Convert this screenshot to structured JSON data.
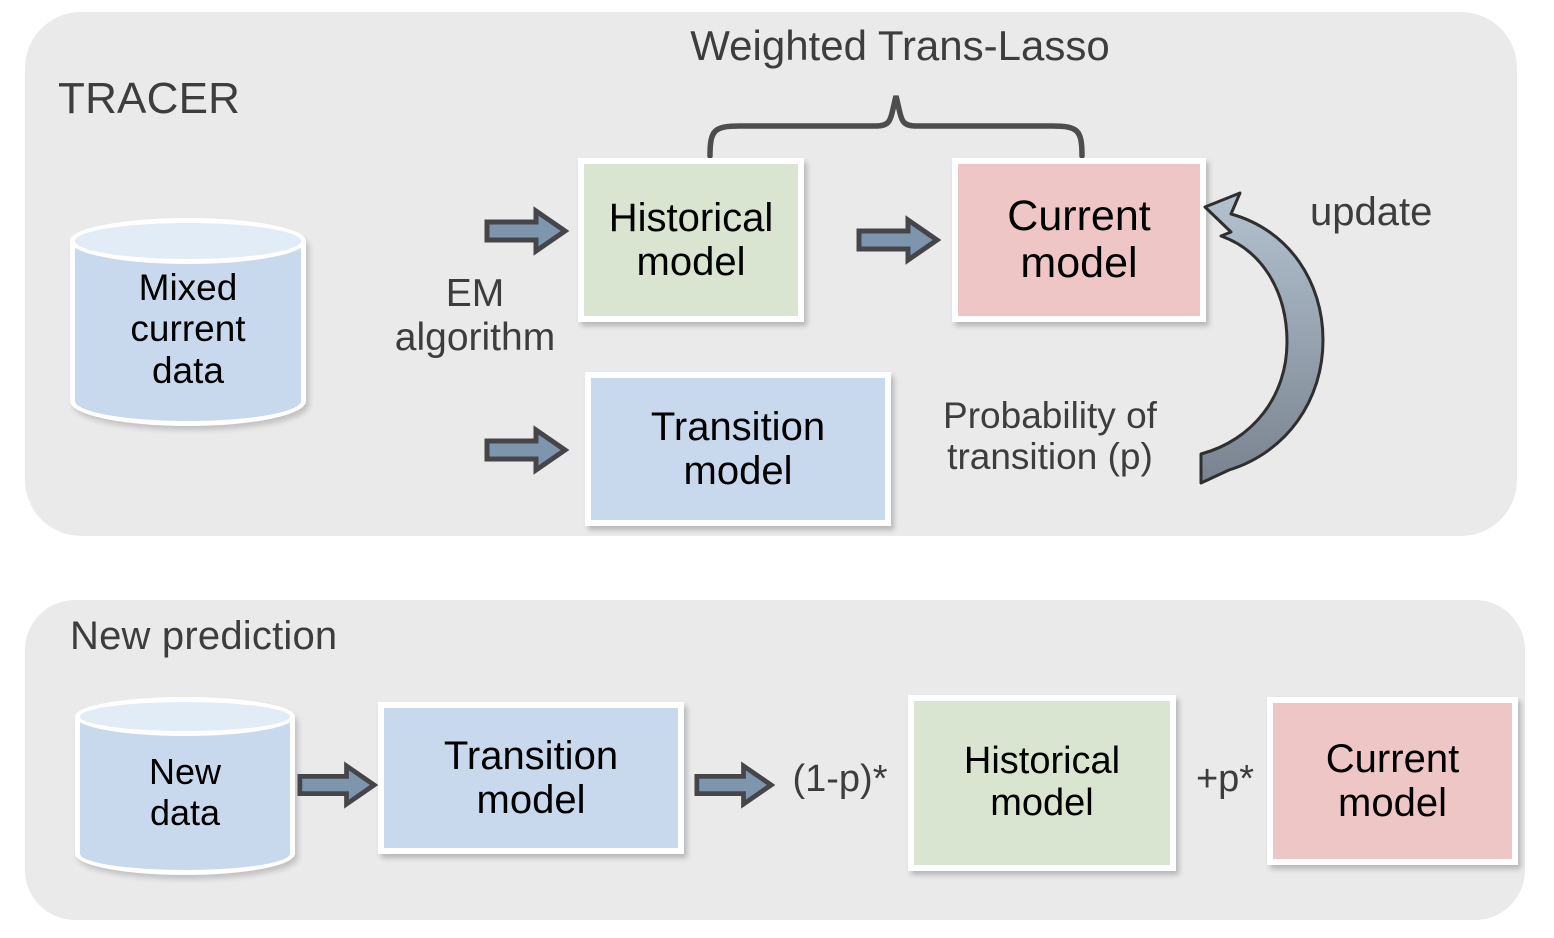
{
  "figure": {
    "title": "TRACER method diagram",
    "colors": {
      "panel_bg": "#eaeaea",
      "green_box": "#d9e5d0",
      "pink_box": "#efc6c6",
      "blue_box": "#c9d9ed",
      "arrow_fill": "#7e95ae",
      "arrow_stroke": "#46464a",
      "text_gray": "#3d3d3d"
    }
  },
  "top_panel": {
    "title": "TRACER",
    "bracket_label": "Weighted Trans-Lasso",
    "data_cylinder": {
      "label": "Mixed\ncurrent\ndata",
      "icon": "database-cylinder-icon"
    },
    "em_label": "EM\nalgorithm",
    "historical_box": {
      "label": "Historical\nmodel",
      "color": "#d9e5d0"
    },
    "current_box": {
      "label": "Current\nmodel",
      "color": "#efc6c6"
    },
    "transition_box": {
      "label": "Transition\nmodel",
      "color": "#c9d9ed"
    },
    "probability_label": "Probability of\ntransition (p)",
    "update_label": "update",
    "arrows": [
      {
        "name": "arrow-data-to-historical",
        "dir": "right"
      },
      {
        "name": "arrow-data-to-transition",
        "dir": "right"
      },
      {
        "name": "arrow-historical-to-current",
        "dir": "right"
      },
      {
        "name": "arrow-update-curved",
        "dir": "curved-left"
      }
    ]
  },
  "bottom_panel": {
    "title": "New prediction",
    "data_cylinder": {
      "label": "New\ndata",
      "icon": "database-cylinder-icon"
    },
    "transition_box": {
      "label": "Transition\nmodel",
      "color": "#c9d9ed"
    },
    "weight_one_minus_p": "(1-p)*",
    "historical_box": {
      "label": "Historical\nmodel",
      "color": "#d9e5d0"
    },
    "weight_plus_p": "+p*",
    "current_box": {
      "label": "Current\nmodel",
      "color": "#efc6c6"
    },
    "arrows": [
      {
        "name": "arrow-newdata-to-transition",
        "dir": "right"
      },
      {
        "name": "arrow-transition-to-formula",
        "dir": "right"
      }
    ]
  }
}
